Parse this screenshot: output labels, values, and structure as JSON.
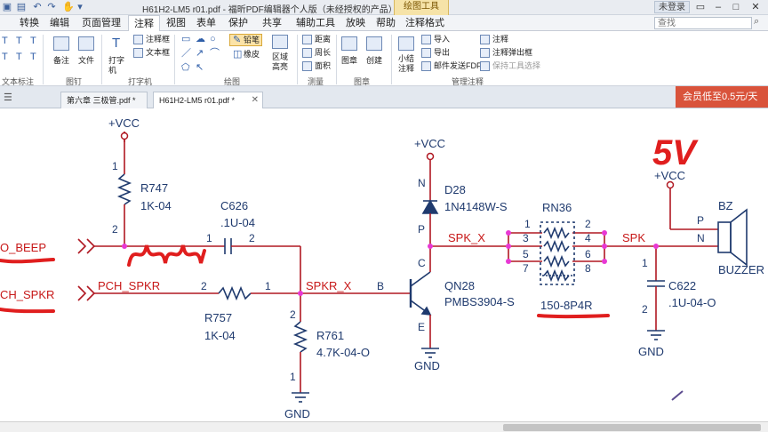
{
  "titlebar": {
    "title": "H61H2-LM5 r01.pdf - 福昕PDF编辑器个人版（未经授权的产品）",
    "context_tab": "绘图工具",
    "login": "未登录"
  },
  "menu": {
    "tabs": [
      "转换",
      "编辑",
      "页面管理",
      "注释",
      "视图",
      "表单",
      "保护",
      "共享",
      "辅助工具",
      "放映",
      "帮助",
      "注释格式"
    ],
    "active_tab": "注释",
    "search_placeholder": "查找"
  },
  "ribbon": {
    "text_markup": {
      "group": "文本标注"
    },
    "pin": {
      "labels": [
        "备注",
        "文件"
      ],
      "group": "图钉"
    },
    "typewriter": {
      "big": "打字机",
      "items": [
        "注释框",
        "文本框"
      ],
      "group": "打字机"
    },
    "drawing": {
      "pencil": "铅笔",
      "eraser": "橡皮",
      "area_highlight": "区域高亮",
      "group": "绘图"
    },
    "measure": {
      "items": [
        "距离",
        "周长",
        "面积"
      ],
      "group": "测量"
    },
    "stamp": {
      "items": [
        "图章",
        "创建"
      ],
      "group": "图章"
    },
    "manage": {
      "big": "小结注释",
      "items": [
        "导入",
        "导出",
        "邮件发送FDF"
      ],
      "right": [
        "注释",
        "注释弹出框",
        "保持工具选择"
      ],
      "group": "管理注释"
    }
  },
  "doc_tabs": [
    {
      "label": "第六章 三极管.pdf *",
      "active": false
    },
    {
      "label": "H61H2-LM5 r01.pdf *",
      "active": true
    }
  ],
  "promo": "会员低至0.5元/天",
  "schematic": {
    "labels": {
      "vcc": "+VCC",
      "r747_name": "R747",
      "r747_val": "1K-04",
      "c626_name": "C626",
      "c626_val": ".1U-04",
      "r757_name": "R757",
      "r757_val": "1K-04",
      "r761_name": "R761",
      "r761_val": "4.7K-04-O",
      "d28_name": "D28",
      "d28_val": "1N4148W-S",
      "rn36_name": "RN36",
      "rn36_val": "150-8P4R",
      "q_name": "QN28",
      "q_val": "PMBS3904-S",
      "c622_name": "C622",
      "c622_val": ".1U-04-O",
      "bz_name": "BZ",
      "bz_val": "BUZZER",
      "beep": "O_BEEP",
      "pch_left": "CH_SPKR",
      "pch_spkr": "PCH_SPKR",
      "spkr_x": "SPKR_X",
      "spk_x": "SPK_X",
      "spk": "SPK",
      "gnd": "GND",
      "annotation_5v": "5V"
    },
    "pins": {
      "one": "1",
      "two": "2",
      "three": "3",
      "four": "4",
      "five": "5",
      "six": "6",
      "seven": "7",
      "eight": "8",
      "n": "N",
      "p": "P",
      "c": "C",
      "e": "E",
      "b": "B"
    }
  },
  "colors": {
    "wire": "#b01822",
    "component": "#1f3a6e",
    "junction": "#e838d4",
    "annotation": "#e01e1e"
  }
}
